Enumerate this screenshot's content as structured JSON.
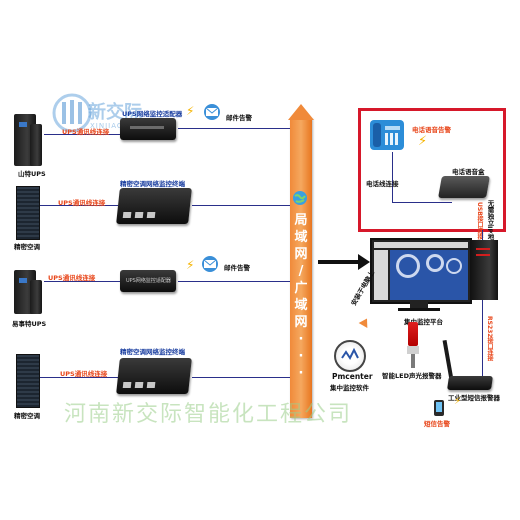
{
  "logo": {
    "brand_cn": "新交际",
    "brand_py": "XINJIAOJI"
  },
  "watermark": "河南新交际智能化工程公司",
  "rows": [
    {
      "device": "山特UPS",
      "link": "UPS通讯线连接",
      "terminal": "UPS网络监控适配器",
      "alert": "邮件告警"
    },
    {
      "device": "精密空调",
      "link": "UPS通讯线连接",
      "terminal": "精密空调网络监控终端"
    },
    {
      "device": "",
      "link": "UPS通讯线连接",
      "terminal": "UPS网络监控适配器",
      "alert": "邮件告警"
    },
    {
      "device": "易事特UPS",
      "link": "",
      "terminal": ""
    },
    {
      "device": "精密空调",
      "link": "UPS通讯线连接",
      "terminal": "精密空调网络监控终端"
    }
  ],
  "network": {
    "chars": [
      "局",
      "域",
      "网",
      "/",
      "广",
      "域",
      "网",
      "·",
      "·",
      "·"
    ]
  },
  "voice_box": {
    "title": "电话语音告警",
    "line": "电话线连接",
    "device": "电话语音盒",
    "usb": "USB接口连接",
    "wireless": "无需独立IP地址"
  },
  "platform": {
    "label": "集中监控平台",
    "install": "安装于电脑上",
    "pm_name": "Pmcenter",
    "pm_sub": "集中监控软件",
    "rs232": "RS232接口连接"
  },
  "alarms": {
    "led": "智能LED声光报警器",
    "sms_device": "工业型短信报警器",
    "sms": "短信告警"
  }
}
